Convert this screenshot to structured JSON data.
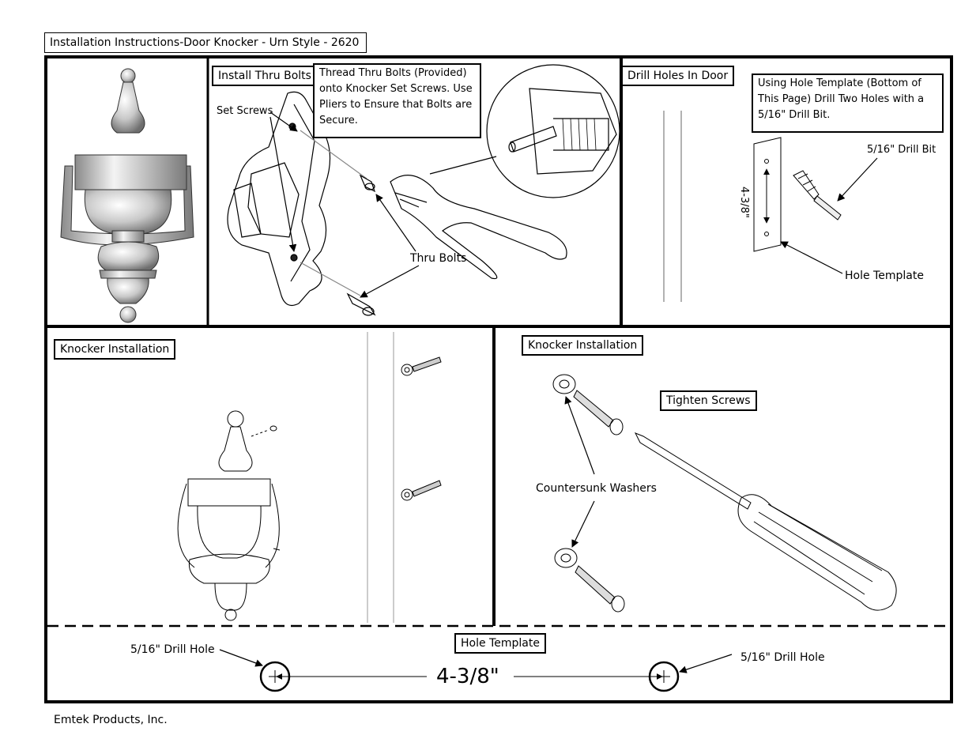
{
  "header": {
    "title": "Installation Instructions-Door Knocker - Urn Style - 2620"
  },
  "panels": {
    "thru_bolts": {
      "heading": "Install Thru Bolts",
      "note": "Thread Thru Bolts (Provided) onto Knocker Set Screws.  Use Pliers to Ensure that Bolts are Secure.",
      "label_set_screws": "Set Screws",
      "label_thru_bolts": "Thru Bolts"
    },
    "drill_holes": {
      "heading": "Drill Holes In Door",
      "note": "Using Hole Template  (Bottom of This Page) Drill Two Holes with a 5/16\"  Drill Bit.",
      "label_drill_bit": "5/16\" Drill Bit",
      "label_hole_template": "Hole Template",
      "template_dimension": "4-3/8\""
    },
    "knocker_left": {
      "heading": "Knocker Installation"
    },
    "knocker_right": {
      "heading": "Knocker Installation",
      "label_tighten": "Tighten Screws",
      "label_washers": "Countersunk Washers"
    },
    "hole_template": {
      "heading": "Hole Template",
      "label_left_hole": "5/16\" Drill Hole",
      "label_right_hole": "5/16\" Drill Hole",
      "dimension": "4-3/8\""
    }
  },
  "footer": {
    "company": "Emtek Products, Inc."
  }
}
